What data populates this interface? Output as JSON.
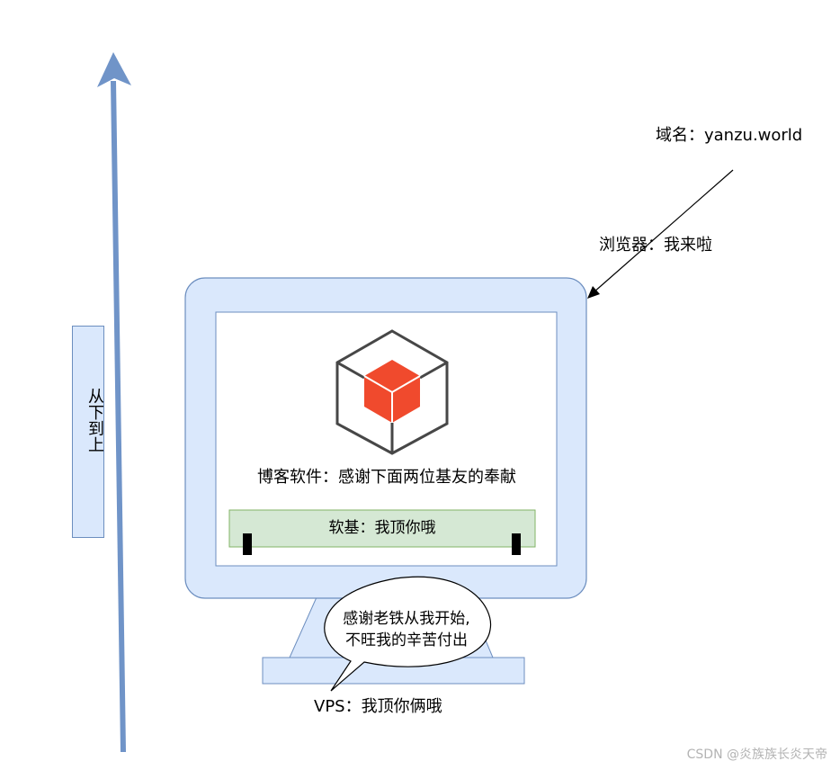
{
  "labels": {
    "domain": "域名：yanzu.world",
    "browser": "浏览器：我来啦",
    "side_caption": "从下到上",
    "blog_software": "博客软件：感谢下面两位基友的奉献",
    "software_base": "软基：我顶你哦",
    "speech_bubble_line1": "感谢老铁从我开始,",
    "speech_bubble_line2": "不旺我的辛苦付出",
    "vps": "VPS：我顶你俩哦",
    "watermark": "CSDN @炎族族长炎天帝"
  },
  "icons": {
    "cube": "cube-icon",
    "up_arrow": "up-arrow-icon",
    "pointer_arrow": "pointer-arrow-icon"
  },
  "colors": {
    "monitor_fill": "#dae8fc",
    "monitor_stroke": "#6c8ebf",
    "arrow_fill": "#7094c8",
    "disk_fill": "#d5e8d4",
    "disk_stroke": "#82b366",
    "cube_red": "#f04a2d",
    "cube_outline": "#474747"
  }
}
